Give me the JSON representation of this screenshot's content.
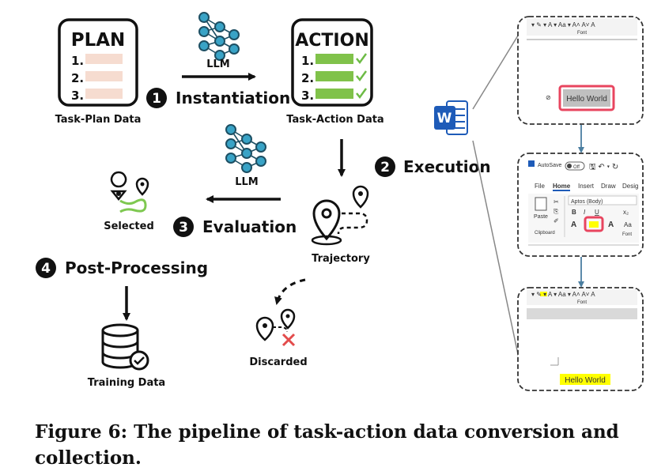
{
  "plan": {
    "title": "PLAN",
    "items": [
      "1.",
      "2.",
      "3."
    ],
    "label": "Task-Plan Data"
  },
  "action": {
    "title": "ACTION",
    "items": [
      "1.",
      "2.",
      "3."
    ],
    "label": "Task-Action Data"
  },
  "llm_label": "LLM",
  "steps": {
    "instantiation": {
      "num": "1",
      "label": "Instantiation"
    },
    "execution": {
      "num": "2",
      "label": "Execution"
    },
    "evaluation": {
      "num": "3",
      "label": "Evaluation"
    },
    "post_processing": {
      "num": "4",
      "label": "Post-Processing"
    }
  },
  "nodes": {
    "selected": "Selected",
    "trajectory": "Trajectory",
    "discarded": "Discarded",
    "training_data": "Training Data"
  },
  "word_icon_letter": "W",
  "screens": {
    "top": {
      "group_label": "Font",
      "text": "Hello World"
    },
    "middle": {
      "autosave": "AutoSave",
      "toggle": "Off",
      "tabs": [
        "File",
        "Home",
        "Insert",
        "Draw",
        "Desig"
      ],
      "font_name": "Aptos (Body)",
      "paste_label": "Paste",
      "clipboard_label": "Clipboard",
      "font_group_label": "Font",
      "format_buttons": [
        "B",
        "I",
        "U",
        "x₂"
      ],
      "size_glyph": "Aa"
    },
    "bottom": {
      "group_label": "Font",
      "text": "Hello World"
    }
  },
  "colors": {
    "plan_bars": "#f6dcd0",
    "action_bars": "#80c24a",
    "check": "#6dbb45",
    "highlight_frame": "#e8455f",
    "highlight_text": "#ffff00",
    "selected_grey": "#c0c0c0",
    "word_blue": "#1e5bb8",
    "arrow_blue": "#4b7ea0",
    "discard_x": "#e34b4b",
    "llm_teal": "#39a3c6",
    "green_path": "#7ec850"
  },
  "caption": "Figure 6: The pipeline of task-action data conversion and collection."
}
